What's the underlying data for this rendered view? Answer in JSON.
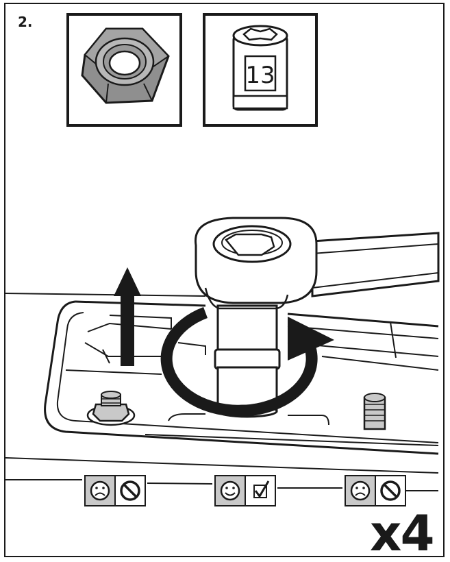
{
  "step": {
    "number": "2."
  },
  "parts": {
    "socket": {
      "size_label": "13"
    }
  },
  "quantity": {
    "label": "x4"
  },
  "colors": {
    "ink": "#1a1a1a",
    "part_gray": "#8f8f8f",
    "light_gray": "#c9c9c9",
    "panel_bg": "#ffffff"
  },
  "icons": {
    "nut": "hex-nut-icon",
    "socket": "socket-13-icon",
    "tool": "ratchet-wrench-icon",
    "lift": "arrow-up-icon",
    "rotate": "rotate-clockwise-arrow-icon",
    "faces": [
      "sad-face-icon",
      "happy-face-icon",
      "sad-face-icon"
    ],
    "marks": [
      "prohibited-icon",
      "checkbox-checked-icon",
      "prohibited-icon"
    ]
  }
}
